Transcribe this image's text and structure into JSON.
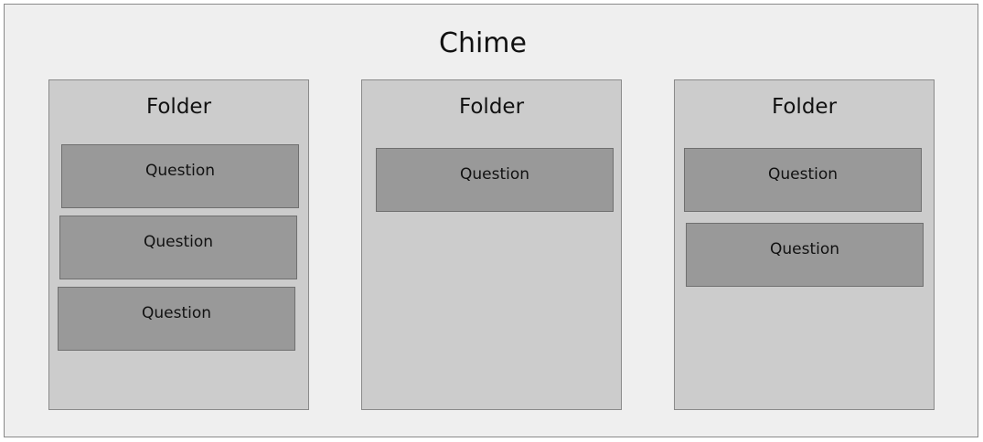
{
  "app": {
    "title": "Chime"
  },
  "folders": [
    {
      "title": "Folder",
      "questions": [
        "Question",
        "Question",
        "Question"
      ]
    },
    {
      "title": "Folder",
      "questions": [
        "Question"
      ]
    },
    {
      "title": "Folder",
      "questions": [
        "Question",
        "Question"
      ]
    }
  ]
}
